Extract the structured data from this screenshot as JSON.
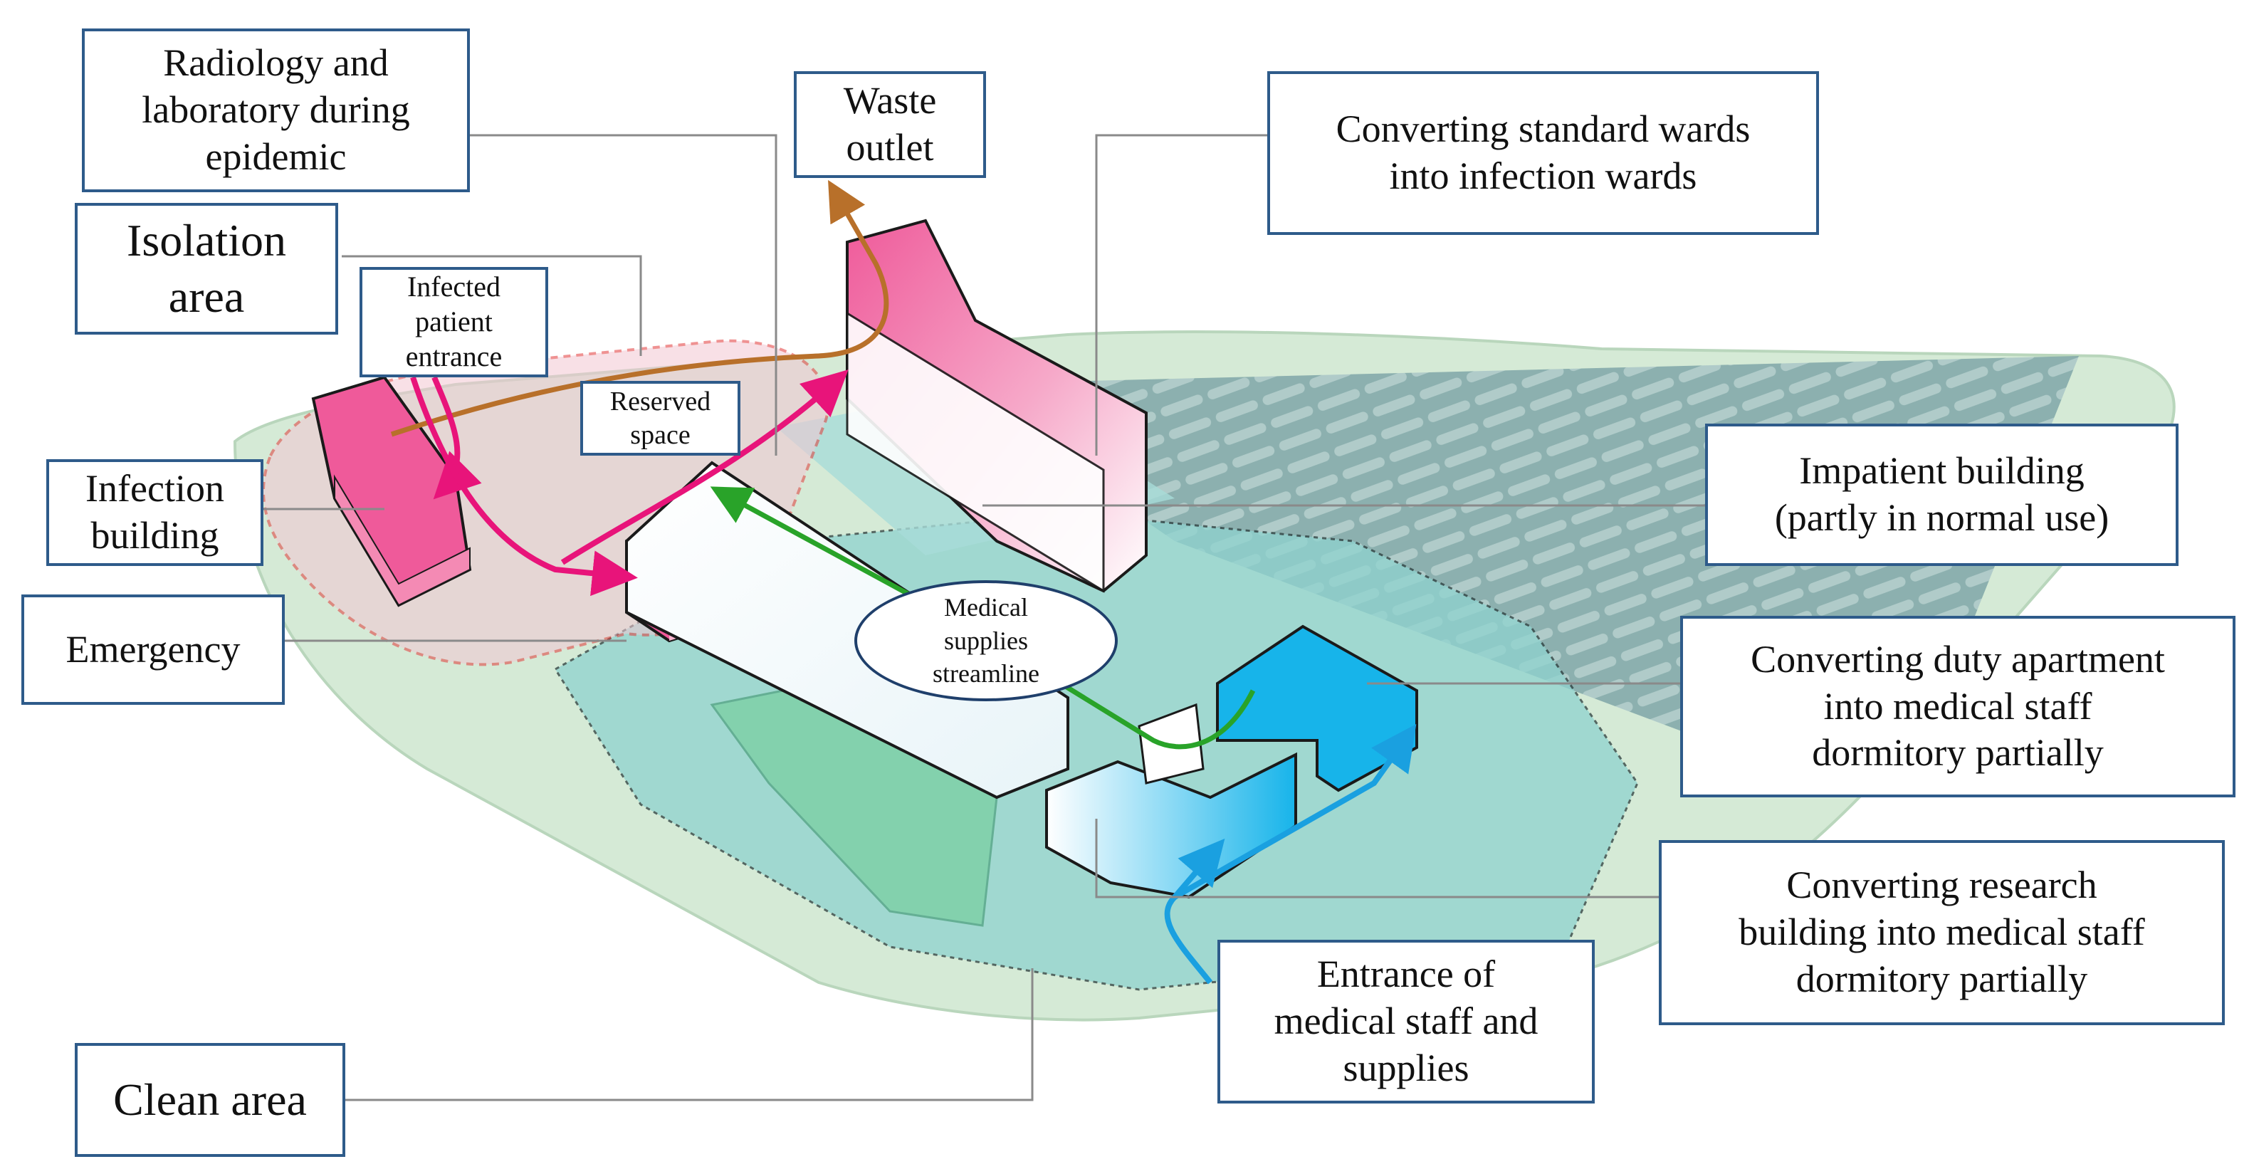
{
  "labels": {
    "radiology": "Radiology and\nlaboratory during\nepidemic",
    "waste_outlet": "Waste\noutlet",
    "converting_standard_wards": "Converting  standard wards\ninto infection wards",
    "isolation_area": "Isolation\narea",
    "infected_patient_entrance": "Infected\npatient\nentrance",
    "reserved_space": "Reserved\nspace",
    "infection_building": "Infection\nbuilding",
    "inpatient_building": "Impatient  building\n(partly in normal use)",
    "emergency": "Emergency",
    "medical_supplies_streamline": "Medical\nsupplies\nstreamline",
    "converting_duty_apartment": "Converting  duty apartment\ninto medical staff\ndormitory partially",
    "converting_research_building": "Converting  research\nbuilding into medical staff\ndormitory partially",
    "entrance_medical_staff": "Entrance  of\nmedical staff and\nsupplies",
    "clean_area": "Clean area"
  },
  "colors": {
    "label_border": "#2e5b8a",
    "infection_pink": "#ee4c8f",
    "patient_flow_magenta": "#e8147a",
    "waste_flow_brown": "#b8702a",
    "supplies_flow_green": "#29a329",
    "staff_flow_blue": "#1aa0e0",
    "clean_area_teal": "#8fd3cf",
    "site_green": "#cfe8d2",
    "isolation_boundary_red": "#e23a3a"
  }
}
